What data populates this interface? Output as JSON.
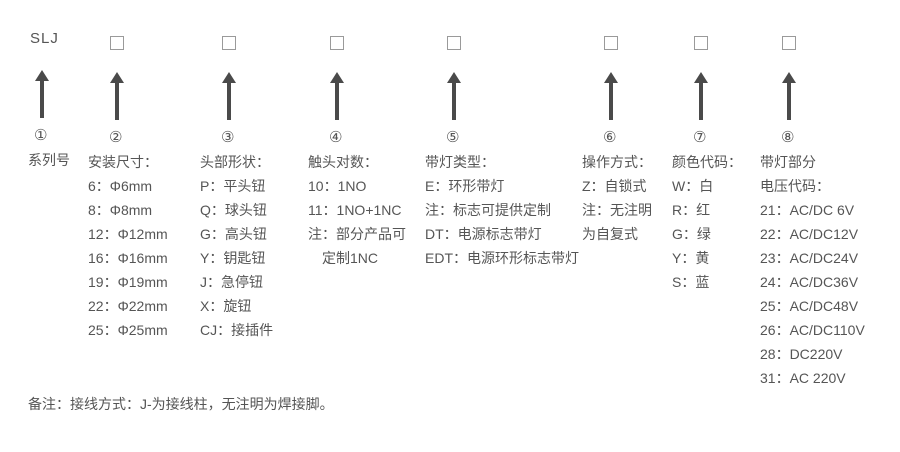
{
  "series_label": "SLJ",
  "note": "备注：接线方式：J-为接线柱，无注明为焊接脚。",
  "colors": {
    "text": "#555555",
    "arrow": "#4a4a4a",
    "box_border": "#9a9a9a",
    "background": "#ffffff"
  },
  "columns": [
    {
      "num": "①",
      "heading": "系列号",
      "items": []
    },
    {
      "num": "②",
      "heading": "安装尺寸：",
      "items": [
        "6：Φ6mm",
        "8：Φ8mm",
        "12：Φ12mm",
        "16：Φ16mm",
        "19：Φ19mm",
        "22：Φ22mm",
        "25：Φ25mm"
      ]
    },
    {
      "num": "③",
      "heading": "头部形状：",
      "items": [
        "P：平头钮",
        "Q：球头钮",
        "G：高头钮",
        "Y：钥匙钮",
        "J：急停钮",
        "X：旋钮",
        "CJ：接插件"
      ]
    },
    {
      "num": "④",
      "heading": "触头对数：",
      "items": [
        "10：1NO",
        "11：1NO+1NC",
        "注：部分产品可",
        "定制1NC"
      ]
    },
    {
      "num": "⑤",
      "heading": "带灯类型：",
      "items": [
        "E：环形带灯",
        "注：标志可提供定制",
        "DT：电源标志带灯",
        "EDT：电源环形标志带灯"
      ]
    },
    {
      "num": "⑥",
      "heading": "操作方式：",
      "items": [
        "Z：自锁式",
        "注：无注明",
        "为自复式"
      ]
    },
    {
      "num": "⑦",
      "heading": "颜色代码：",
      "items": [
        "W：白",
        "R：红",
        "G：绿",
        "Y：黄",
        "S：蓝"
      ]
    },
    {
      "num": "⑧",
      "heading": "带灯部分",
      "items": [
        "电压代码：",
        "21：AC/DC 6V",
        "22：AC/DC12V",
        "23：AC/DC24V",
        "24：AC/DC36V",
        "25：AC/DC48V",
        "26：AC/DC110V",
        "28：DC220V",
        "31：AC 220V"
      ]
    }
  ]
}
